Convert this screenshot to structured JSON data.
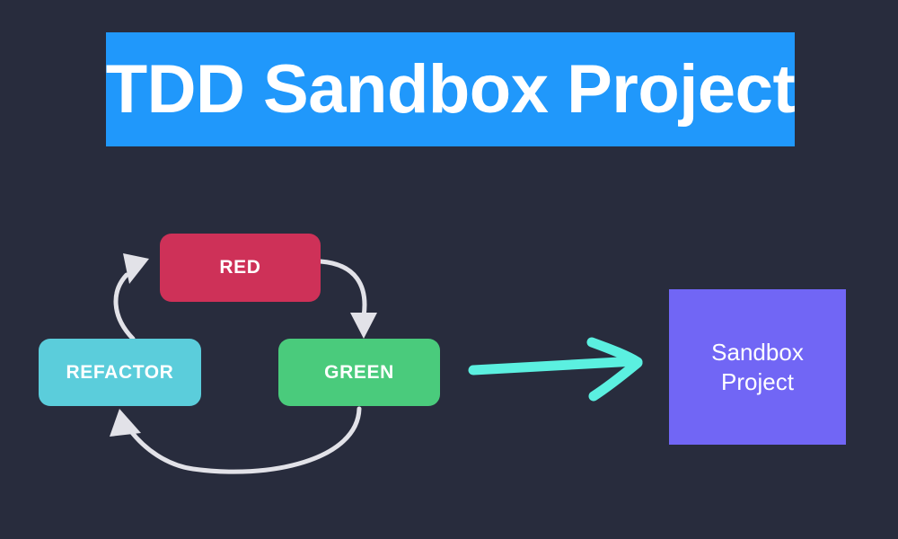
{
  "background_color": "#282c3d",
  "header": {
    "title": "TDD Sandbox Project",
    "banner_color": "#2098fb",
    "title_color": "#ffffff"
  },
  "diagram": {
    "name": "tdd-cycle-diagram",
    "cycle_nodes": [
      {
        "id": "red",
        "label": "RED",
        "color": "#ce3158",
        "text_color": "#ffffff"
      },
      {
        "id": "green",
        "label": "GREEN",
        "color": "#4acb7c",
        "text_color": "#ffffff"
      },
      {
        "id": "refactor",
        "label": "REFACTOR",
        "color": "#5bcddb",
        "text_color": "#ffffff"
      }
    ],
    "cycle_arrows": [
      {
        "id": "red-to-green",
        "from": "RED",
        "to": "GREEN",
        "color": "#e2e2e8"
      },
      {
        "id": "green-to-refactor",
        "from": "GREEN",
        "to": "REFACTOR",
        "color": "#e2e2e8"
      },
      {
        "id": "refactor-to-red",
        "from": "REFACTOR",
        "to": "RED",
        "color": "#e2e2e8"
      }
    ],
    "connector_arrow": {
      "id": "cycle-to-sandbox",
      "from": "TDD cycle",
      "to": "Sandbox Project",
      "color": "#5bf0e0",
      "style": "hand-drawn"
    },
    "output": {
      "id": "sandbox-project",
      "lines": [
        "Sandbox",
        "Project"
      ],
      "color": "#7166f5",
      "text_color": "#ffffff"
    }
  }
}
